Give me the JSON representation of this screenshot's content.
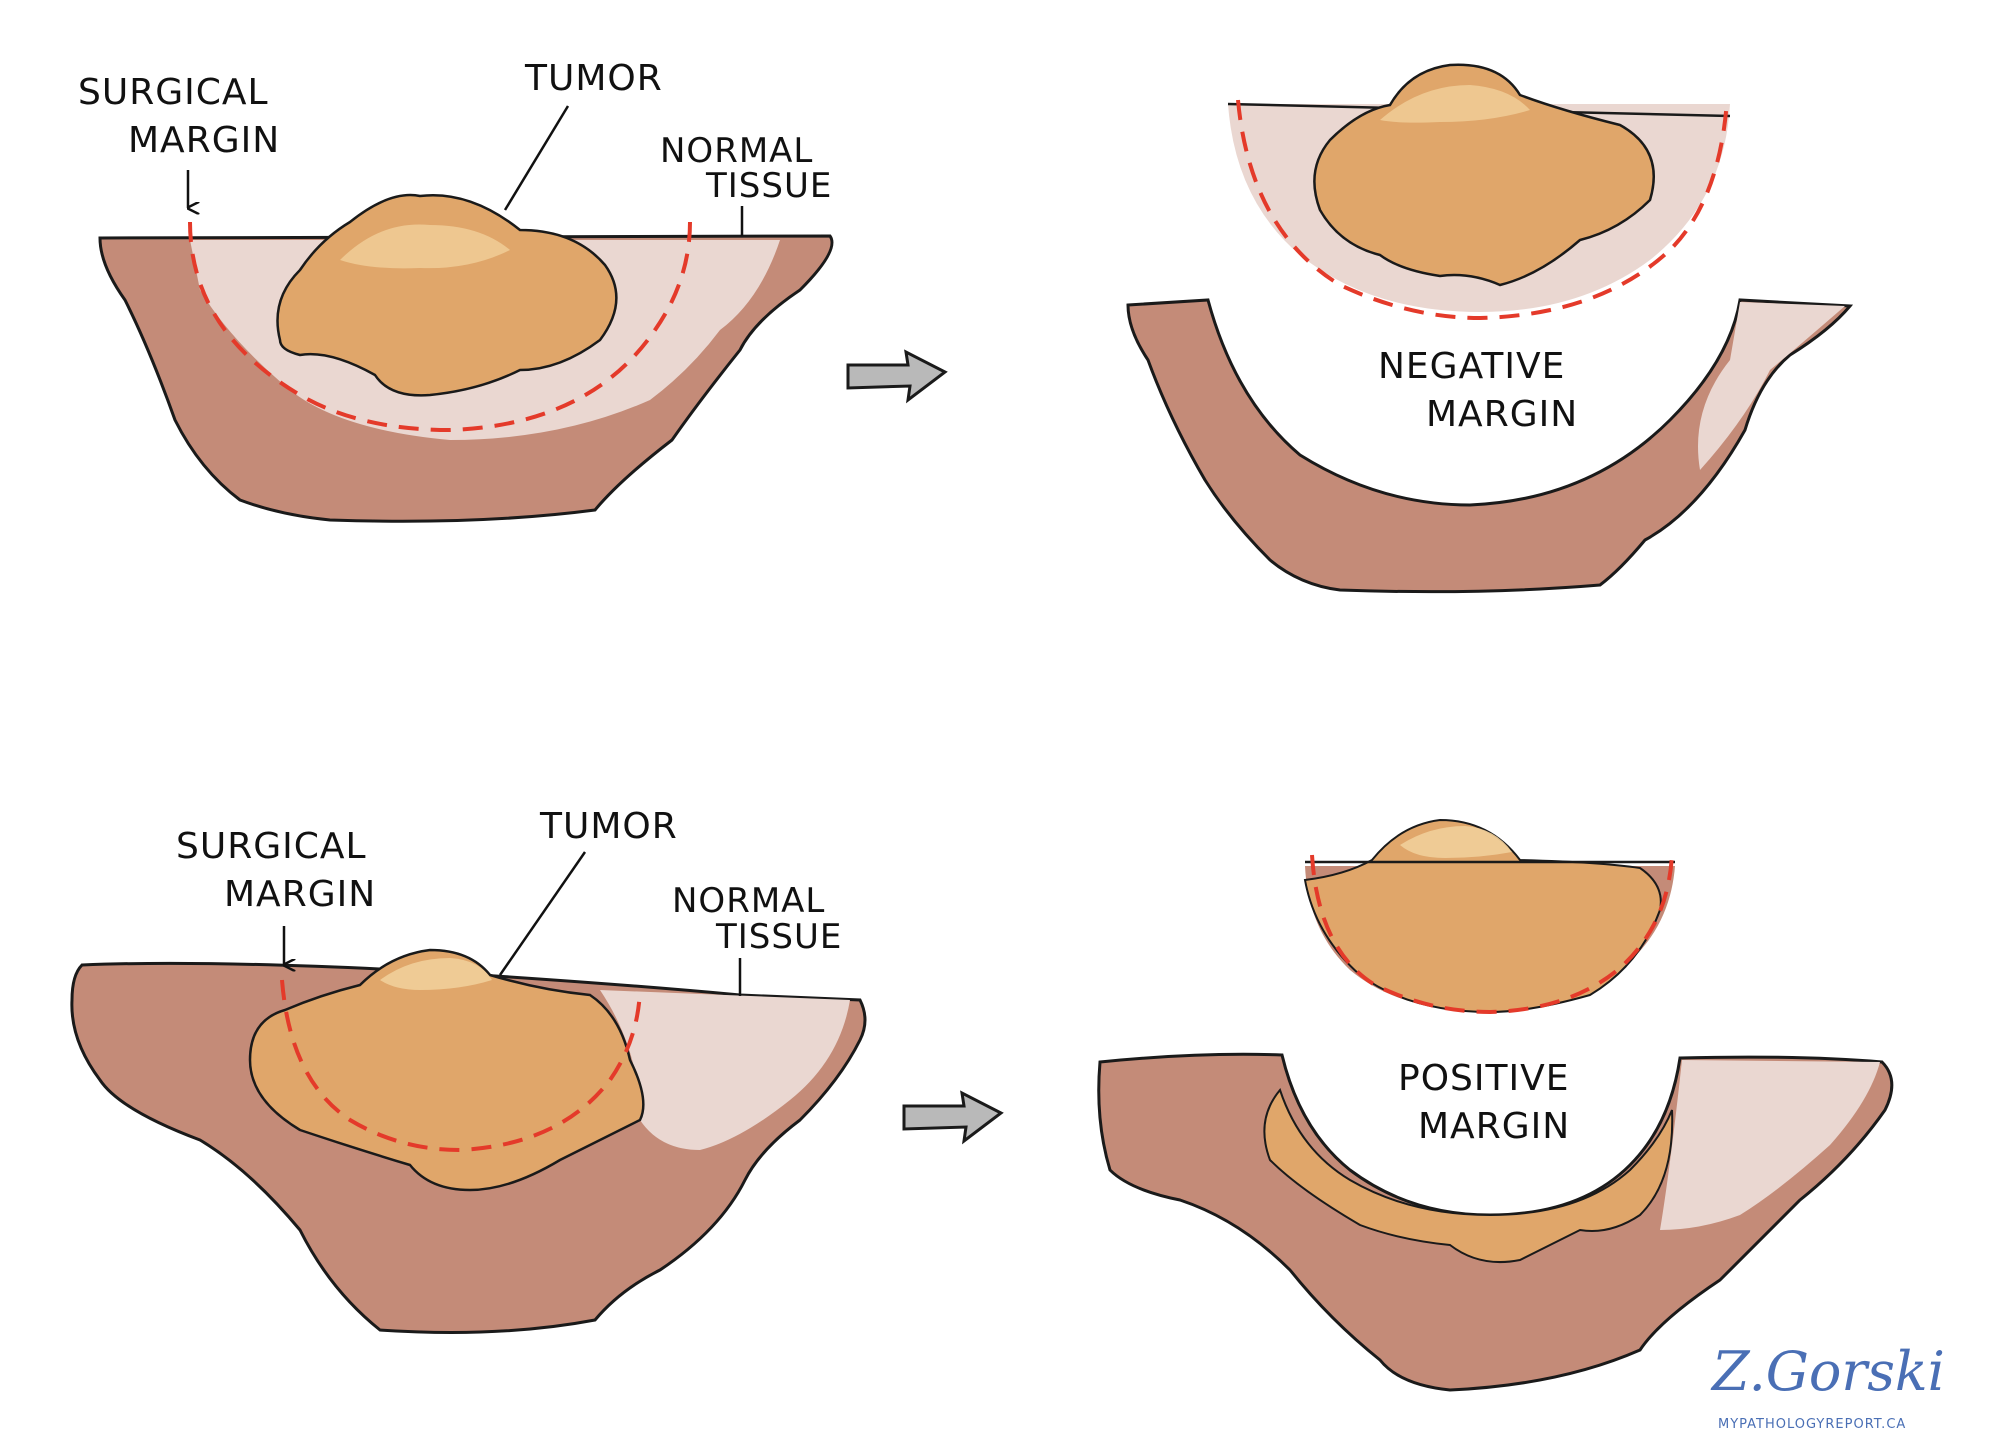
{
  "labels": {
    "surgical": "SURGICAL",
    "margin": "MARGIN",
    "tumor": "TUMOR",
    "normal": "NORMAL",
    "tissue": "TISSUE",
    "negative": "NEGATIVE",
    "positive": "POSITIVE"
  },
  "signature": {
    "name": "Z.Gorski",
    "url": "MYPATHOLOGYREPORT.CA"
  },
  "colors": {
    "tissue_dark": "#c48b78",
    "tissue_light": "#ead7d1",
    "tissue_edge": "#a9705e",
    "tumor": "#e0a66a",
    "tumor_light": "#f1cf9a",
    "margin_line": "#e43a2a",
    "arrow": "#b9b9b9",
    "signature": "#4a6fb5"
  }
}
